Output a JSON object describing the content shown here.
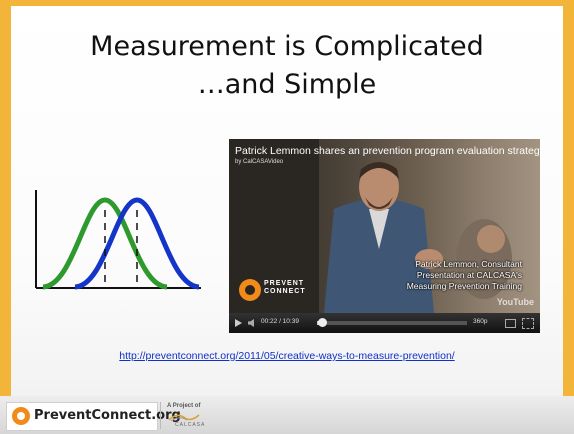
{
  "slide": {
    "title_line1": "Measurement is Complicated",
    "title_line2": "…and Simple",
    "link_text": "http://preventconnect.org/2011/05/creative-ways-to-measure-prevention/"
  },
  "video": {
    "title": "Patrick Lemmon shares an prevention program evaluation strategy",
    "channel": "by CalCASAVideo",
    "caption_lines": [
      "Patrick Lemmon, Consultant",
      "Presentation at CALCASA's",
      "Measuring Prevention Training"
    ],
    "logo_word": "PREVENT CONNECT",
    "watermark": "YouTube",
    "timecode": "00:22 / 10:39",
    "progress_fraction": 0.034,
    "quality": "360p",
    "icons": [
      "play-icon",
      "volume-icon",
      "expand-icon",
      "fullscreen-icon"
    ]
  },
  "footer": {
    "brand": "PreventConnect.org",
    "project_label": "A Project of",
    "project_org": "CALCASA"
  },
  "colors": {
    "background": "#f2b53a",
    "curve_green": "#2e9a2e",
    "curve_blue": "#1535c8",
    "link": "#1030c8",
    "logo_orange": "#f28a1a"
  }
}
